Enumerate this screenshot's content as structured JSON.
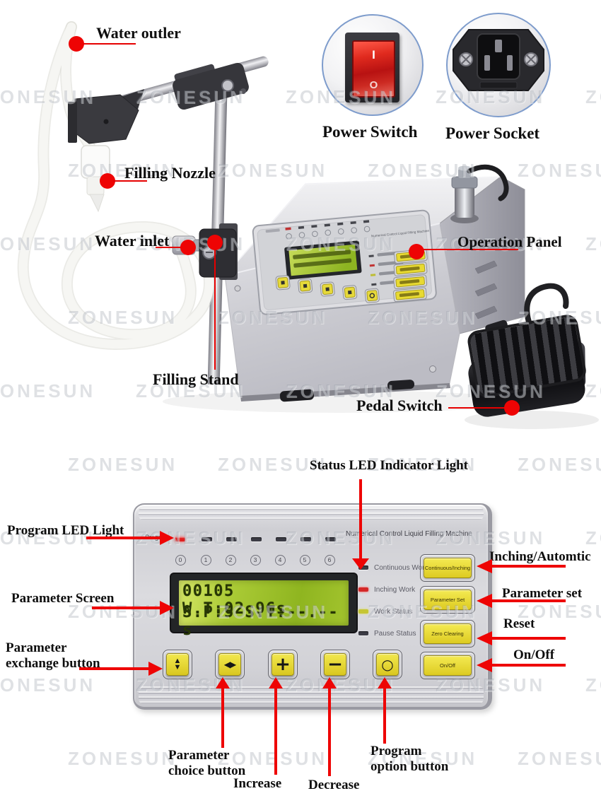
{
  "watermark": "ZONESUN",
  "colors": {
    "accent_red": "#ee0404",
    "panel_yellow": "#e8d82c",
    "lcd_green": "#9dbf2a",
    "led_red": "#d42828",
    "led_yellow": "#c6c634",
    "circle_ring_blue": "#7e9ccc"
  },
  "top": {
    "labels": {
      "water_outlet": "Water outler",
      "power_switch": "Power Switch",
      "power_socket": "Power Socket",
      "filling_nozzle": "Filling Nozzle",
      "water_inlet": "Water inlet",
      "operation_panel": "Operation Panel",
      "filling_stand": "Filling Stand",
      "pedal_switch": "Pedal Switch"
    },
    "rocker": {
      "on": "I",
      "off": "O"
    }
  },
  "panel": {
    "program_label": "Program",
    "title": "Numerical Control Liquid Filling Machine",
    "program_numbers": [
      "0",
      "1",
      "2",
      "3",
      "4",
      "5",
      "6"
    ],
    "lcd": {
      "line1": "00105 W.T:02.96s",
      "line2": "S.P:5 S.T:--.--s"
    },
    "status": [
      {
        "label": "Continuous Work"
      },
      {
        "label": "Inching Work"
      },
      {
        "label": "Work Status"
      },
      {
        "label": "Pause Status"
      }
    ],
    "buttons": {
      "continuous_inching": "Continuous/Inching",
      "parameter_set": "Parameter Set",
      "zero_clearing": "Zero Clearing",
      "on_off": "On/Off"
    },
    "keys": {
      "exchange_up": "▲",
      "exchange_down": "▼",
      "choice": "◀▶",
      "increase": "+",
      "decrease": "−",
      "program": "○"
    }
  },
  "callouts": {
    "status_led": "Status LED Indicator Light",
    "program_led": "Program LED Light",
    "parameter_screen": "Parameter Screen",
    "parameter_exchange": [
      "Parameter",
      "exchange button"
    ],
    "parameter_choice": [
      "Parameter",
      "choice button"
    ],
    "increase": "Increase",
    "decrease": "Decrease",
    "program_option": [
      "Program",
      "option button"
    ],
    "inching_automtic": "Inching/Automtic",
    "parameter_set": "Parameter set",
    "reset": "Reset",
    "on_off": "On/Off"
  }
}
